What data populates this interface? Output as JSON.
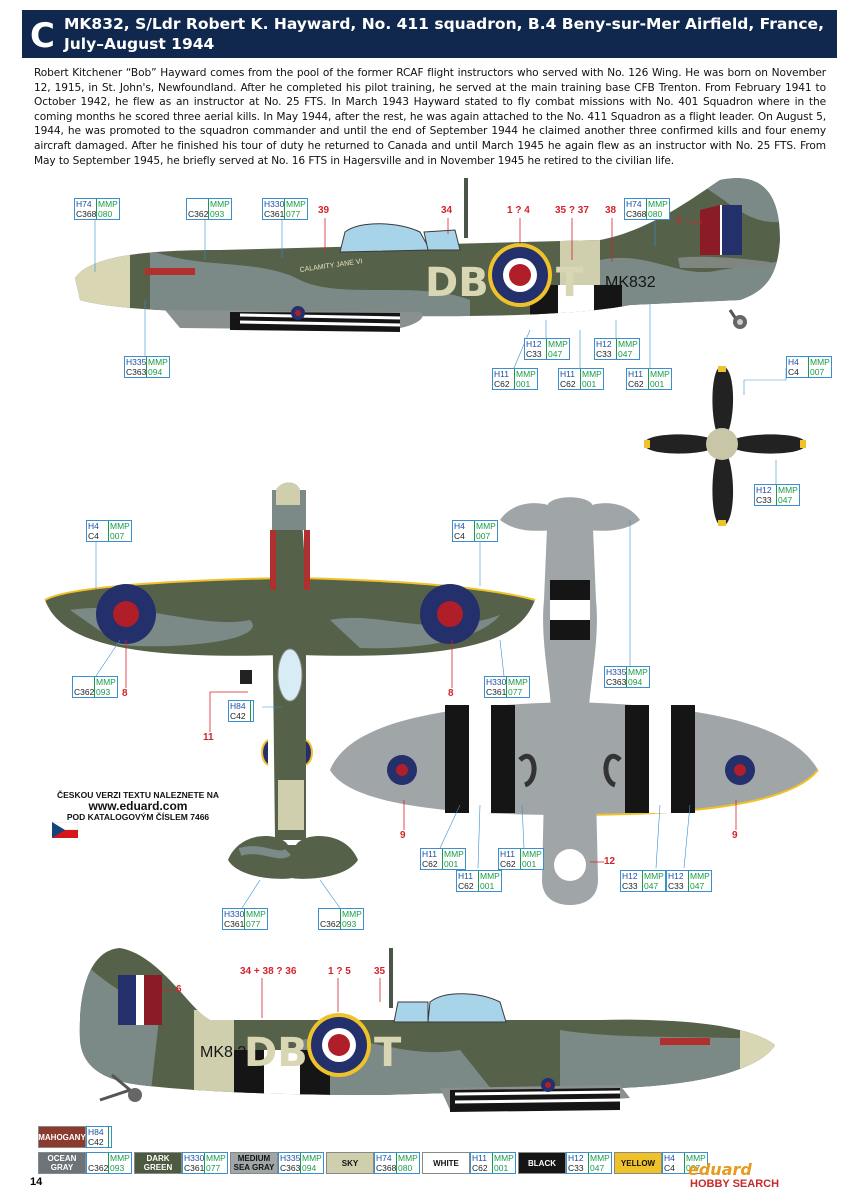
{
  "header": {
    "letter": "C",
    "title_line1": "MK832, S/Ldr Robert K. Hayward, No. 411 squadron, B.4 Beny-sur-Mer Airfield, France,",
    "title_line2": "July–August 1944"
  },
  "bio": "Robert Kitchener “Bob” Hayward comes from the pool of the former RCAF flight instructors who served with No. 126 Wing. He was born on November 12, 1915, in St. John's, Newfoundland. After he completed his pilot training, he served at the main training base CFB Trenton. From February 1941 to October 1942, he flew as an instructor at No. 25 FTS. In March 1943 Hayward stated to fly combat missions with No. 401 Squadron where in the coming months he scored three aerial kills. In May 1944, after the rest, he was again attached to the No. 411 Squadron as a flight leader. On August 5, 1944, he was promoted to the squadron commander and until the end of September 1944 he claimed another three confirmed kills and four enemy aircraft damaged. After he finished his tour of duty he returned to Canada and until March 1945 he again flew as an instructor with No. 25 FTS. From May to September 1945, he briefly served at No. 16 FTS in Hagersville and in November 1945 he retired to the civilian life.",
  "aircraft_markings": {
    "code_left": "DB",
    "code_right": "T",
    "serial_top": "MK832",
    "serial_bottom": "MK8 2",
    "nose_art": "CALAMITY JANE VI"
  },
  "callouts": {
    "top": [
      "39",
      "34",
      "1 ? 4",
      "35 ? 37",
      "38",
      "7"
    ],
    "planform": [
      "8",
      "8",
      "11",
      "9",
      "9",
      "12"
    ],
    "bottom": [
      "34 + 38 ? 36",
      "1 ? 5",
      "35",
      "6"
    ]
  },
  "paint_codes": [
    {
      "h": "H74",
      "m": "MMP",
      "c": "C368",
      "n": "080"
    },
    {
      "h": "",
      "m": "MMP",
      "c": "C362",
      "n": "093"
    },
    {
      "h": "H330",
      "m": "MMP",
      "c": "C361",
      "n": "077"
    },
    {
      "h": "H74",
      "m": "MMP",
      "c": "C368",
      "n": "080"
    },
    {
      "h": "H335",
      "m": "MMP",
      "c": "C363",
      "n": "094"
    },
    {
      "h": "H12",
      "m": "MMP",
      "c": "C33",
      "n": "047"
    },
    {
      "h": "H12",
      "m": "MMP",
      "c": "C33",
      "n": "047"
    },
    {
      "h": "H11",
      "m": "MMP",
      "c": "C62",
      "n": "001"
    },
    {
      "h": "H11",
      "m": "MMP",
      "c": "C62",
      "n": "001"
    },
    {
      "h": "H11",
      "m": "MMP",
      "c": "C62",
      "n": "001"
    },
    {
      "h": "H4",
      "m": "MMP",
      "c": "C4",
      "n": "007"
    },
    {
      "h": "H12",
      "m": "MMP",
      "c": "C33",
      "n": "047"
    },
    {
      "h": "H4",
      "m": "MMP",
      "c": "C4",
      "n": "007"
    },
    {
      "h": "H4",
      "m": "MMP",
      "c": "C4",
      "n": "007"
    },
    {
      "h": "",
      "m": "MMP",
      "c": "C362",
      "n": "093"
    },
    {
      "h": "H330",
      "m": "MMP",
      "c": "C361",
      "n": "077"
    },
    {
      "h": "H84",
      "m": "",
      "c": "C42",
      "n": ""
    },
    {
      "h": "H335",
      "m": "MMP",
      "c": "C363",
      "n": "094"
    },
    {
      "h": "H11",
      "m": "MMP",
      "c": "C62",
      "n": "001"
    },
    {
      "h": "H11",
      "m": "MMP",
      "c": "C62",
      "n": "001"
    },
    {
      "h": "H11",
      "m": "MMP",
      "c": "C62",
      "n": "001"
    },
    {
      "h": "H12",
      "m": "MMP",
      "c": "C33",
      "n": "047"
    },
    {
      "h": "H12",
      "m": "MMP",
      "c": "C33",
      "n": "047"
    },
    {
      "h": "H330",
      "m": "MMP",
      "c": "C361",
      "n": "077"
    },
    {
      "h": "",
      "m": "MMP",
      "c": "C362",
      "n": "093"
    }
  ],
  "czech_note": {
    "line1": "ČESKOU VERZI TEXTU NALEZNETE NA",
    "url": "www.eduard.com",
    "line3": "POD KATALOGOVÝM ČÍSLEM 7466"
  },
  "legend": [
    {
      "name": "MAHOGANY",
      "h": "H84",
      "c": "C42",
      "m": "",
      "n": "",
      "color": "#8b3a2f"
    },
    {
      "name": "OCEAN GRAY",
      "h": "",
      "c": "C362",
      "m": "MMP",
      "n": "093",
      "color": "#6d7479"
    },
    {
      "name": "DARK GREEN",
      "h": "H330",
      "c": "C361",
      "m": "MMP",
      "n": "077",
      "color": "#4c5a40"
    },
    {
      "name": "MEDIUM SEA GRAY",
      "h": "H335",
      "c": "C363",
      "m": "MMP",
      "n": "094",
      "color": "#a0a5a8"
    },
    {
      "name": "SKY",
      "h": "H74",
      "c": "C368",
      "m": "MMP",
      "n": "080",
      "color": "#cfcfae"
    },
    {
      "name": "WHITE",
      "h": "H11",
      "c": "C62",
      "m": "MMP",
      "n": "001",
      "color": "#ffffff"
    },
    {
      "name": "BLACK",
      "h": "H12",
      "c": "C33",
      "m": "MMP",
      "n": "047",
      "color": "#151515"
    },
    {
      "name": "YELLOW",
      "h": "H4",
      "c": "C4",
      "m": "MMP",
      "n": "007",
      "color": "#f0c22a"
    }
  ],
  "page_number": "14",
  "brand": "eduard",
  "brand2": "HOBBY SEARCH"
}
